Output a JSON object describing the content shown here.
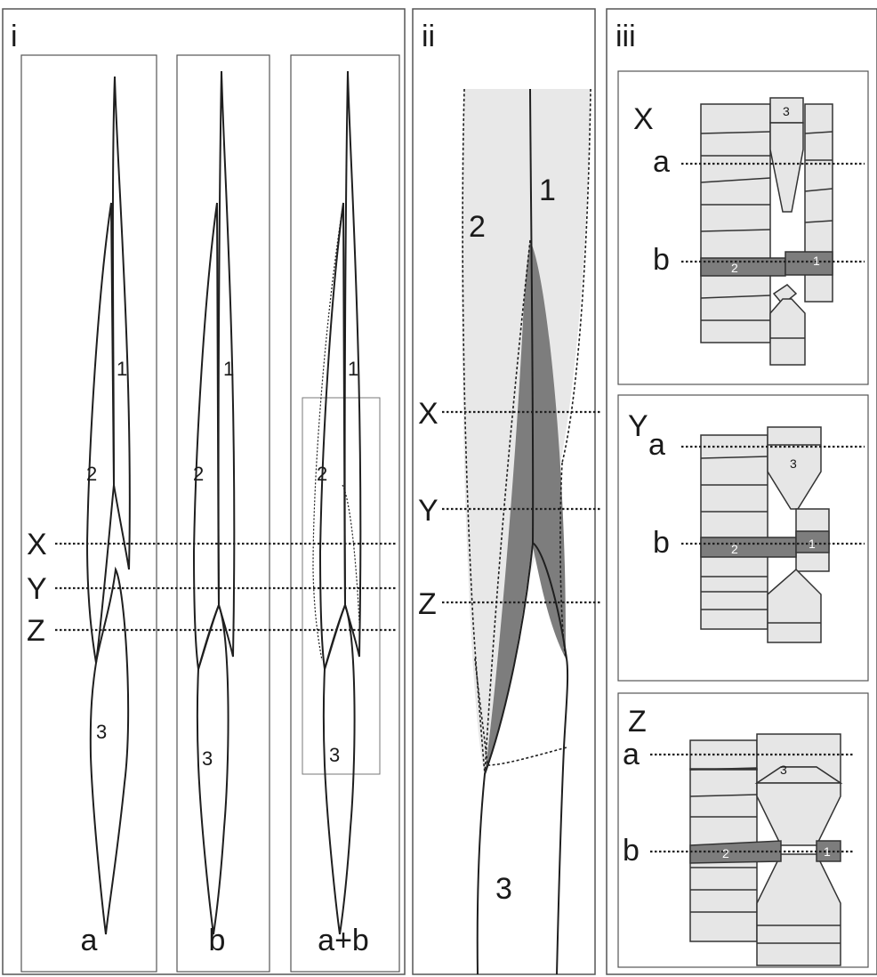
{
  "panels": {
    "i": {
      "label": "i",
      "columns": [
        {
          "label": "a",
          "cell_labels": [
            "1",
            "2",
            "3"
          ]
        },
        {
          "label": "b",
          "cell_labels": [
            "1",
            "2",
            "3"
          ]
        },
        {
          "label": "a+b",
          "cell_labels": [
            "1",
            "2",
            "3"
          ]
        }
      ],
      "levels": [
        "X",
        "Y",
        "Z"
      ]
    },
    "ii": {
      "label": "ii",
      "cell_labels": [
        "1",
        "2",
        "3"
      ],
      "levels": [
        "X",
        "Y",
        "Z"
      ]
    },
    "iii": {
      "label": "iii",
      "sections": [
        {
          "level": "X",
          "lines": [
            "a",
            "b"
          ],
          "cell_labels": [
            "3",
            "2",
            "1"
          ]
        },
        {
          "level": "Y",
          "lines": [
            "a",
            "b"
          ],
          "cell_labels": [
            "3",
            "2",
            "1"
          ]
        },
        {
          "level": "Z",
          "lines": [
            "a",
            "b"
          ],
          "cell_labels": [
            "3",
            "2",
            "1"
          ]
        }
      ]
    }
  },
  "colors": {
    "frame": "#555555",
    "outline": "#1f1f1f",
    "light_fill": "#e8e8e8",
    "dark_fill": "#7d7d7d",
    "cell_fill": "#e6e6e6"
  }
}
